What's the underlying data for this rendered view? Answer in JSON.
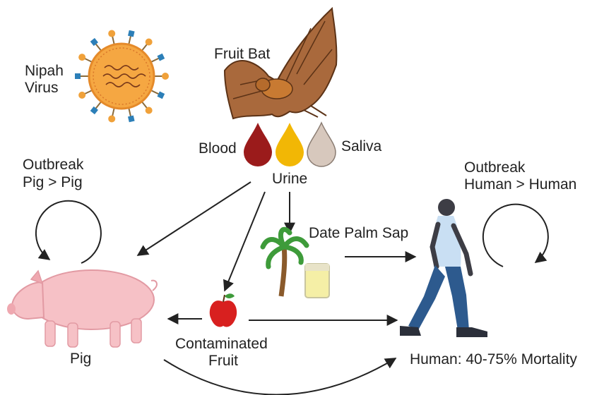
{
  "labels": {
    "virus_line1": "Nipah",
    "virus_line2": "Virus",
    "bat": "Fruit Bat",
    "blood": "Blood",
    "saliva": "Saliva",
    "urine": "Urine",
    "pig_outbreak_line1": "Outbreak",
    "pig_outbreak_line2": "Pig > Pig",
    "human_outbreak_line1": "Outbreak",
    "human_outbreak_line2": "Human > Human",
    "sap": "Date Palm Sap",
    "fruit_line1": "Contaminated",
    "fruit_line2": "Fruit",
    "pig": "Pig",
    "human": "Human: 40-75% Mortality"
  },
  "colors": {
    "blood": "#9b1b1b",
    "urine": "#f2b705",
    "saliva": "#d7c8bd",
    "virus_body": "#f5a742",
    "virus_spike_orange": "#f0a13a",
    "virus_spike_blue": "#2c7fb8",
    "bat_wing": "#a9693c",
    "pig": "#f6c1c6",
    "apple": "#d8201f",
    "palm_leaf": "#3e9b3a",
    "human_shirt": "#c9dff3",
    "human_pants": "#2d5a8e",
    "human_skin": "#3d3d45"
  }
}
